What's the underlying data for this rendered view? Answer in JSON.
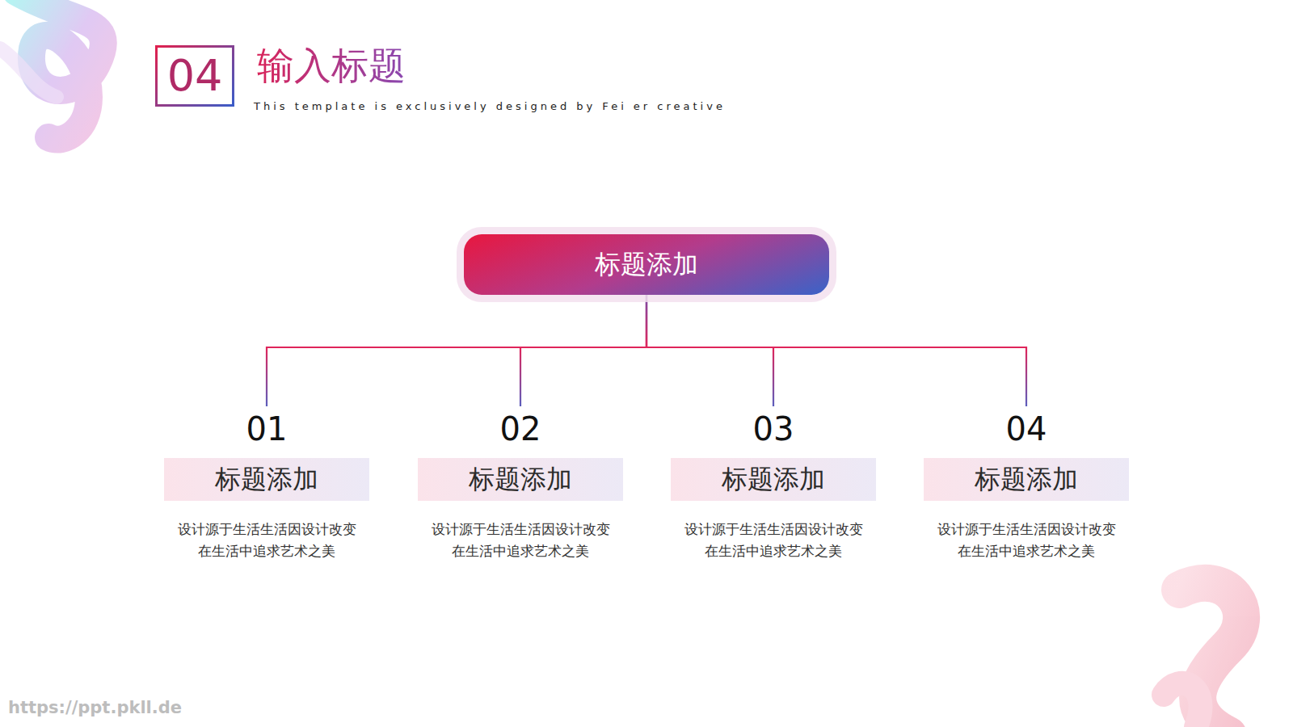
{
  "diagram": {
    "title": "输入标题",
    "nodes": [
      {
        "text": [
          "04"
        ]
      },
      {
        "text": [
          "标题添加"
        ]
      },
      {
        "text": [
          "01",
          "标题添加",
          "设计源于生活生活因设计改变 在生活中追求艺术之美"
        ]
      },
      {
        "text": [
          "02",
          "标题添加",
          "设计源于生活生活因设计改变 在生活中追求艺术之美"
        ]
      },
      {
        "text": [
          "03",
          "标题添加",
          "设计源于生活生活因设计改变 在生活中追求艺术之美"
        ]
      },
      {
        "text": [
          "04",
          "标题添加",
          "设计源于生活生活因设计改变 在生活中追求艺术之美"
        ]
      }
    ],
    "edges": [
      {
        "from": 1,
        "to": 2,
        "arrow": "none"
      },
      {
        "from": 1,
        "to": 3,
        "arrow": "none"
      },
      {
        "from": 1,
        "to": 4,
        "arrow": "none"
      },
      {
        "from": 1,
        "to": 5,
        "arrow": "none"
      }
    ],
    "labels": [
      "This template is exclusively designed by Fei er creative",
      "https://ppt.pkll.de"
    ]
  }
}
